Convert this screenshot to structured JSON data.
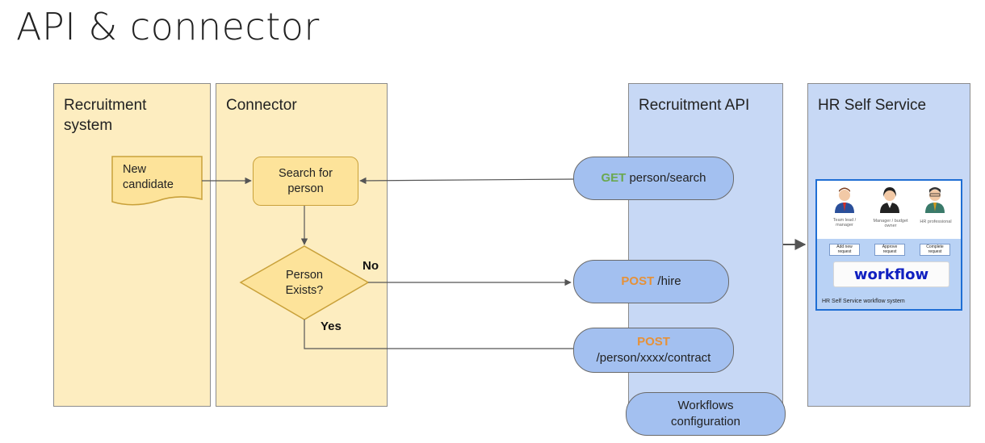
{
  "title": "API & connector",
  "lanes": {
    "recruitment_system": "Recruitment system",
    "connector": "Connector",
    "recruitment_api": "Recruitment API",
    "hr_self_service": "HR Self Service"
  },
  "nodes": {
    "new_candidate": "New candidate",
    "search_for_person": "Search for person",
    "person_exists": "Person Exists?",
    "get_search": {
      "verb": "GET",
      "path": "person/search"
    },
    "post_hire": {
      "verb": "POST",
      "path": "/hire"
    },
    "post_contract": {
      "verb": "POST",
      "path": "/person/xxxx/contract"
    },
    "workflows_configuration": "Workflows configuration"
  },
  "edge_labels": {
    "no": "No",
    "yes": "Yes"
  },
  "hr_image": {
    "roles": [
      "Team lead / manager",
      "Manager / budget owner",
      "HR professional"
    ],
    "steps": [
      "Add new request",
      "Approve request",
      "Complete request"
    ],
    "workflow_word": "workflow",
    "caption": "HR Self Service workflow system"
  },
  "colors": {
    "get": "#6aa84f",
    "post": "#e69138",
    "yellow_lane": "#fdedc0",
    "blue_lane": "#c7d8f5",
    "pill": "#a3c0f0",
    "workflow_text": "#1020c0"
  }
}
